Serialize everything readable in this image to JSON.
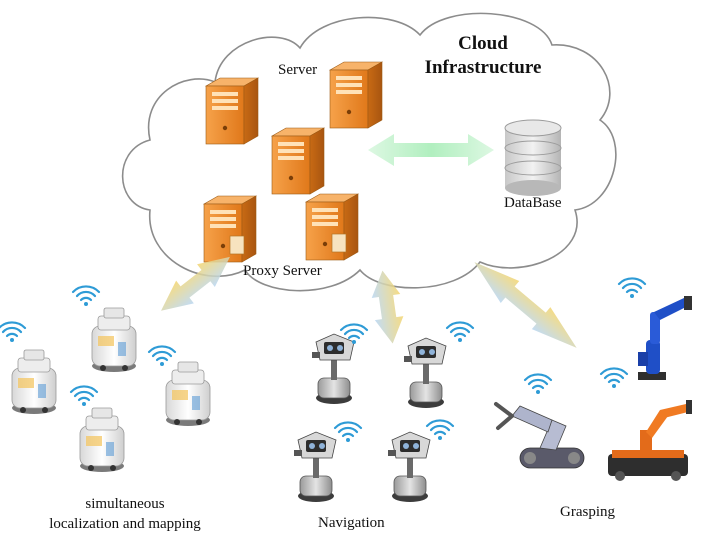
{
  "cloud": {
    "title_line1": "Cloud",
    "title_line2": "Infrastructure",
    "server_label": "Server",
    "proxy_label": "Proxy Server",
    "database_label": "DataBase"
  },
  "groups": {
    "slam_line1": "simultaneous",
    "slam_line2": "localization and mapping",
    "navigation": "Navigation",
    "grasping": "Grasping"
  },
  "colors": {
    "server_orange": "#F08A1E",
    "arrow_green": "#B8F0C4",
    "arrow_yellow": "#F2D77A",
    "arrow_blue": "#BCD8F0",
    "wifi_blue": "#2E9BD6",
    "cloud_outline": "#8C8C8C"
  }
}
